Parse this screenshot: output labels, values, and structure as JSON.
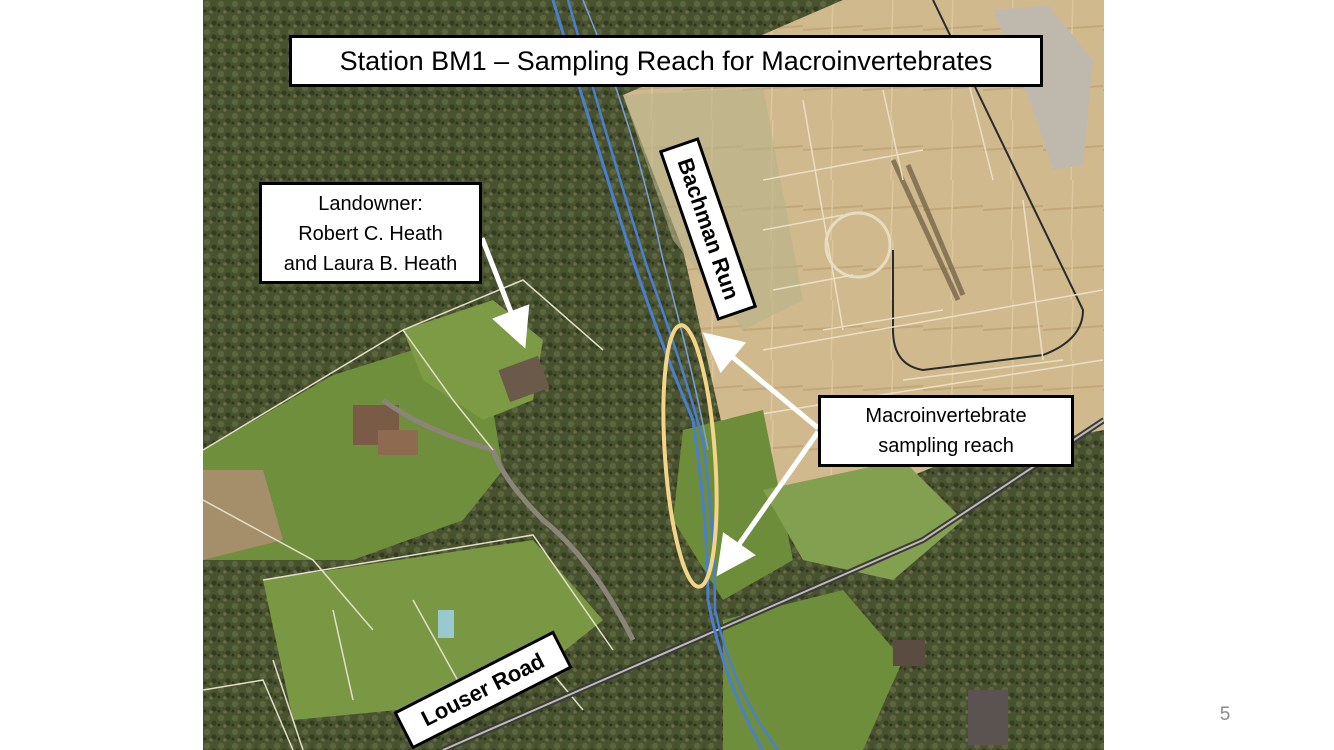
{
  "slide": {
    "title": "Station BM1 – Sampling Reach for Macroinvertebrates",
    "page_number": "5"
  },
  "labels": {
    "landowner": {
      "line1": "Landowner:",
      "line2": "Robert C. Heath",
      "line3": "and Laura B. Heath"
    },
    "sampling_reach": {
      "line1": "Macroinvertebrate",
      "line2": "sampling reach"
    },
    "stream_name": "Bachman Run",
    "road_name": "Louser Road"
  },
  "colors": {
    "stream": "#4a7fd0",
    "reach_ellipse": "#f3d58a",
    "parcel_lines": "#e6e0c8",
    "construction": "#c9b58a",
    "forest": "#3f4a2c",
    "lawn": "#6e8f3c"
  }
}
